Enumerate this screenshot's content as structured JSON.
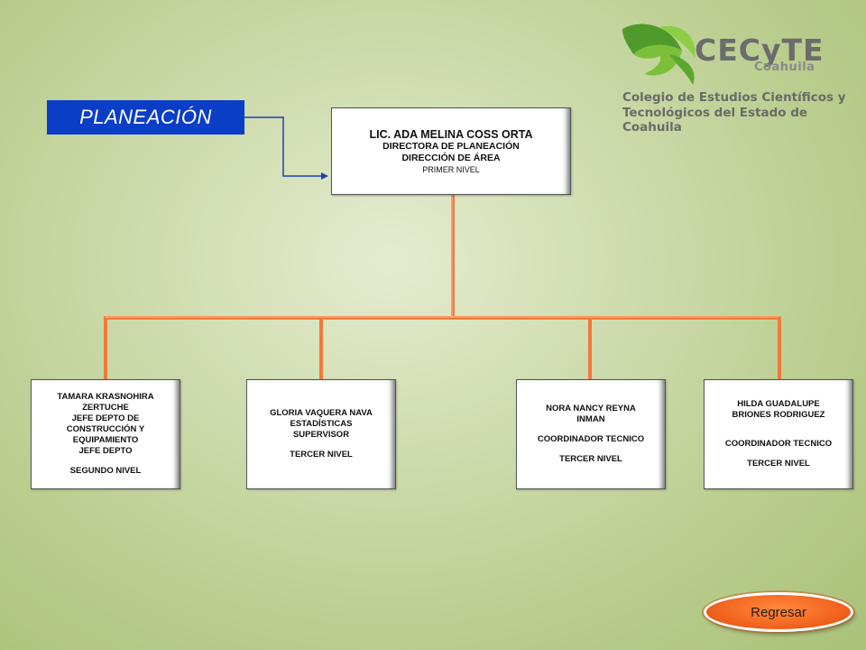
{
  "section": {
    "label": "PLANEACIÓN"
  },
  "logo": {
    "brand": "CECyTE",
    "brand_sub": "Coahuila",
    "line1": "Colegio de Estudios Científicos y",
    "line2": "Tecnológicos del Estado de Coahuila"
  },
  "top": {
    "name": "LIC. ADA MELINA COSS ORTA",
    "role": "DIRECTORA DE PLANEACIÓN",
    "area": "DIRECCIÓN DE ÁREA",
    "level": "PRIMER NIVEL"
  },
  "subordinates": [
    {
      "name_1": "TAMARA KRASNOHIRA",
      "name_2": "ZERTUCHE",
      "role_1": "JEFE DEPTO DE",
      "role_2": "CONSTRUCCIÓN Y",
      "role_3": "EQUIPAMIENTO",
      "role_4": "JEFE DEPTO",
      "level": "SEGUNDO NIVEL"
    },
    {
      "name_1": "GLORIA VAQUERA NAVA",
      "role_1": "ESTADÍSTICAS",
      "role_2": "SUPERVISOR",
      "level": "TERCER NIVEL"
    },
    {
      "name_1": "NORA NANCY REYNA",
      "name_2": "INMAN",
      "role_1": "COORDINADOR TECNICO",
      "level": "TERCER NIVEL"
    },
    {
      "name_1": "HILDA GUADALUPE",
      "name_2": "BRIONES RODRIGUEZ",
      "role_1": "COORDINADOR TECNICO",
      "level": "TERCER NIVEL"
    }
  ],
  "buttons": {
    "back": "Regresar"
  },
  "colors": {
    "label_bg": "#0b3ec7",
    "connector": "#f07a3a",
    "button": "#f26420"
  }
}
